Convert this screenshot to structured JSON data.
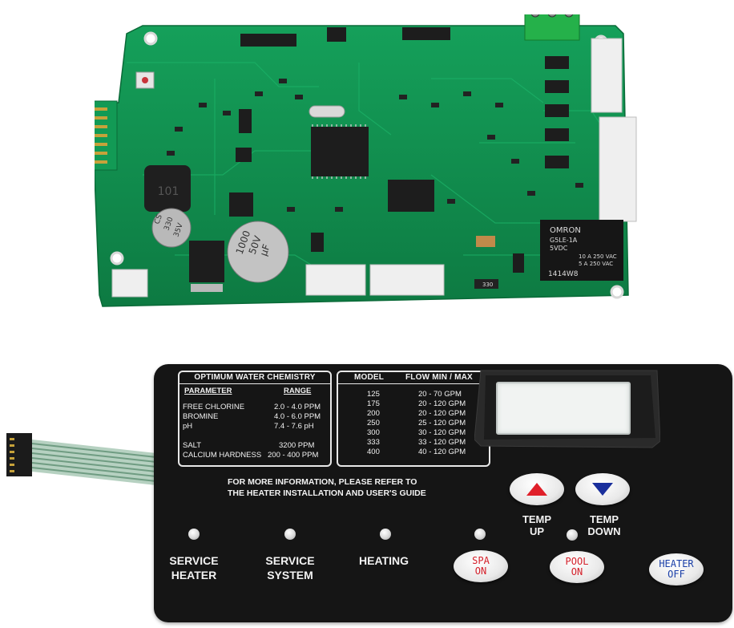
{
  "chemistry_table": {
    "title": "OPTIMUM WATER CHEMISTRY",
    "col_parameter": "PARAMETER",
    "col_range": "RANGE",
    "rows": [
      {
        "param": "FREE CHLORINE",
        "range": "2.0 - 4.0 PPM"
      },
      {
        "param": "BROMINE",
        "range": "4.0 - 6.0 PPM"
      },
      {
        "param": "pH",
        "range": "7.4 - 7.6 pH"
      },
      {
        "param": "SALT",
        "range": "3200 PPM"
      },
      {
        "param": "CALCIUM HARDNESS",
        "range": "200 - 400 PPM"
      }
    ]
  },
  "flow_table": {
    "col_model": "MODEL",
    "col_flow": "FLOW MIN / MAX",
    "rows": [
      {
        "model": "125",
        "flow": "20 - 70 GPM"
      },
      {
        "model": "175",
        "flow": "20 - 120 GPM"
      },
      {
        "model": "200",
        "flow": "20 - 120 GPM"
      },
      {
        "model": "250",
        "flow": "25 - 120 GPM"
      },
      {
        "model": "300",
        "flow": "30 - 120 GPM"
      },
      {
        "model": "333",
        "flow": "33 - 120 GPM"
      },
      {
        "model": "400",
        "flow": "40 - 120 GPM"
      }
    ]
  },
  "info_text": [
    "FOR MORE INFORMATION, PLEASE REFER TO",
    "THE HEATER INSTALLATION AND USER'S GUIDE"
  ],
  "indicators": {
    "service_heater": [
      "SERVICE",
      "HEATER"
    ],
    "service_system": [
      "SERVICE",
      "SYSTEM"
    ],
    "heating": "HEATING"
  },
  "buttons": {
    "temp_up": [
      "TEMP",
      "UP"
    ],
    "temp_down": [
      "TEMP",
      "DOWN"
    ],
    "spa": [
      "SPA",
      "ON"
    ],
    "pool": [
      "POOL",
      "ON"
    ],
    "heater": [
      "HEATER",
      "OFF"
    ]
  },
  "pcb_markings": {
    "relay_brand": "OMRON",
    "relay_model": "G5LE-1A",
    "relay_voltage": "5VDC",
    "relay_rating1": "10 A 250 VAC",
    "relay_rating2": "5 A 250 VAC",
    "relay_code": "1414W8",
    "cap_large": [
      "1000",
      "50V",
      "μF"
    ],
    "cap_small": [
      "CS",
      "330",
      "35V"
    ],
    "resistor": "330"
  },
  "colors": {
    "pcb_green": "#11894c",
    "panel_black": "#151515",
    "up_arrow": "#e0202a",
    "down_arrow": "#1a2f9c",
    "spa_text": "#d4202a",
    "heater_text": "#1a3fa8"
  }
}
